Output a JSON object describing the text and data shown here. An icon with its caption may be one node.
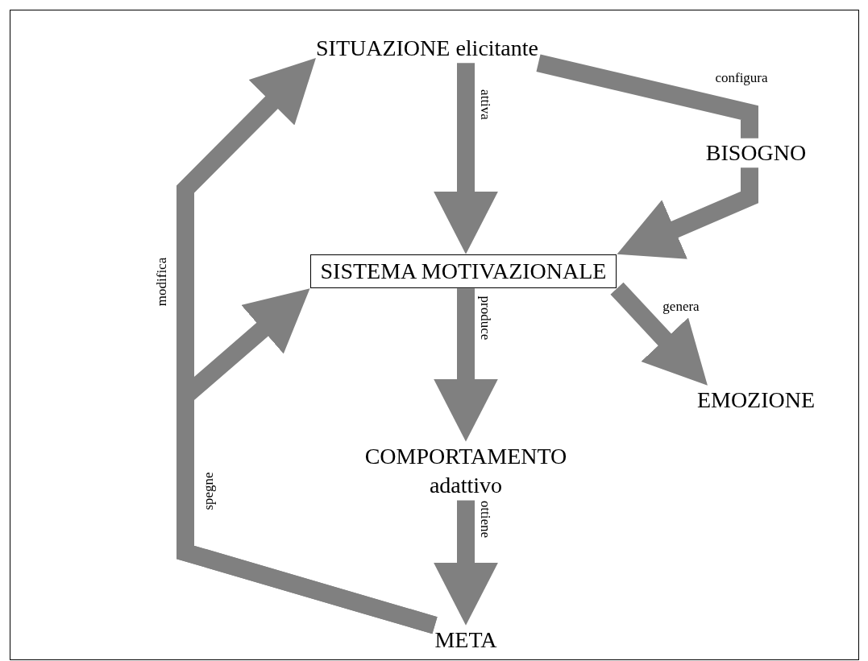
{
  "diagram": {
    "nodes": [
      {
        "text": [
          "SITUAZIONE elicitante"
        ]
      },
      {
        "text": [
          "BISOGNO"
        ]
      },
      {
        "text": [
          "SISTEMA MOTIVAZIONALE"
        ]
      },
      {
        "text": [
          "EMOZIONE"
        ]
      },
      {
        "text": [
          "COMPORTAMENTO adattivo"
        ]
      },
      {
        "text": [
          "META"
        ]
      }
    ],
    "edges": [
      {
        "from": 0,
        "to": 2,
        "arrow": "to",
        "label": "attiva"
      },
      {
        "from": 0,
        "to": 1,
        "arrow": "none",
        "label": "configura"
      },
      {
        "from": 1,
        "to": 2,
        "arrow": "to"
      },
      {
        "from": 2,
        "to": 4,
        "arrow": "to",
        "label": "produce"
      },
      {
        "from": 2,
        "to": 3,
        "arrow": "to",
        "label": "genera"
      },
      {
        "from": 4,
        "to": 5,
        "arrow": "to",
        "label": "ottiene"
      },
      {
        "from": 5,
        "to": 0,
        "arrow": "to",
        "label": "modifica"
      },
      {
        "from": 5,
        "to": 2,
        "arrow": "to",
        "label": "spegne"
      }
    ]
  }
}
